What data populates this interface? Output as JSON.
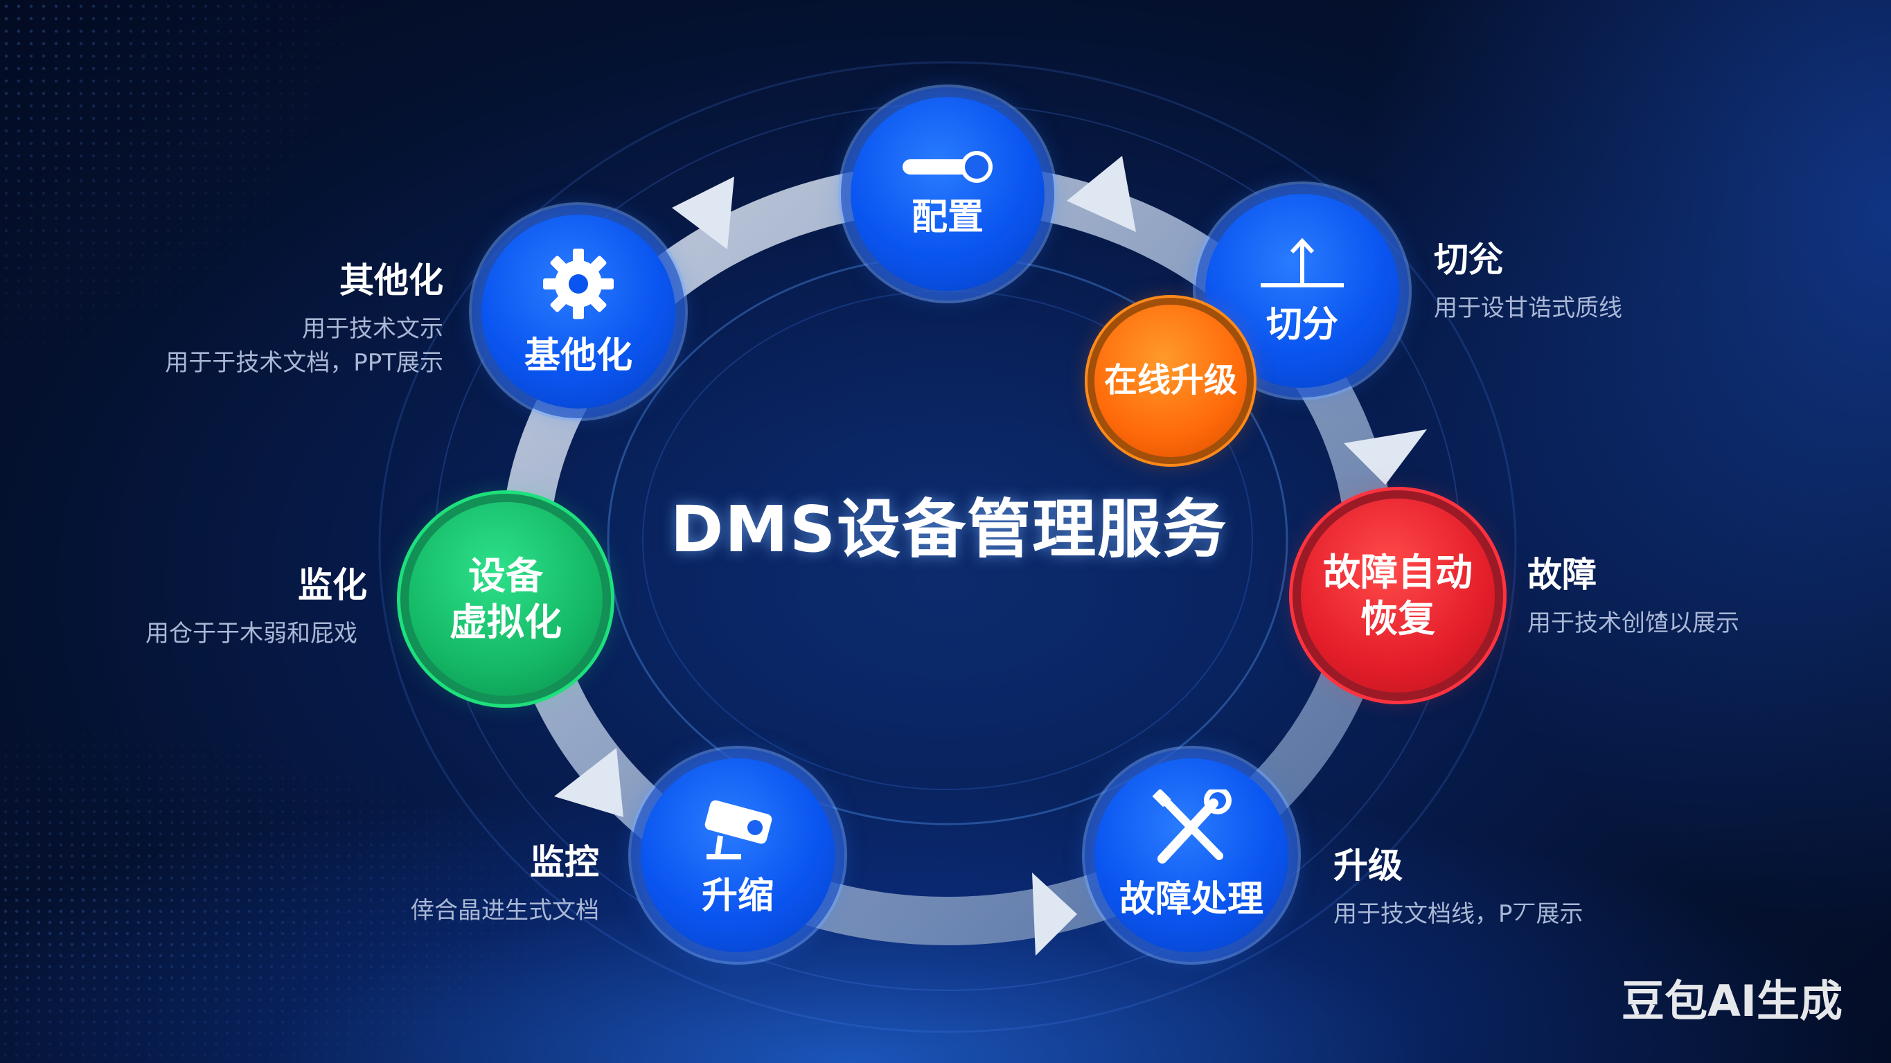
{
  "title": "DMS设备管理服务",
  "watermark": "豆包AI生成",
  "nodes": {
    "config": "配置",
    "split": "切分",
    "online_upgrade": "在线升级",
    "fault_recovery_l1": "故障自动",
    "fault_recovery_l2": "恢复",
    "fault_handling": "故障处理",
    "upgrade": "升缩",
    "virtualization_l1": "设备",
    "virtualization_l2": "虚拟化",
    "basic": "基他化"
  },
  "side_labels": {
    "basic": {
      "title": "其他化",
      "line1": "用于技术文示",
      "line2": "用于于技术文档，PPT展示"
    },
    "split": {
      "title": "切兊",
      "line1": "用于设甘诰式质线"
    },
    "monitor_left": {
      "title": "监化",
      "line1": "用仓于于木弱和屁戏"
    },
    "fault": {
      "title": "故障",
      "line1": "用于技术创馇以展示"
    },
    "monitor": {
      "title": "监控",
      "line1": "倖合晶进生式文档"
    },
    "upgrade": {
      "title": "升级",
      "line1": "用于技文档线，P丆展示"
    }
  },
  "colors": {
    "blue": "#0a55f0",
    "green": "#14b865",
    "red": "#e41e2a",
    "orange": "#ff6a0a"
  }
}
